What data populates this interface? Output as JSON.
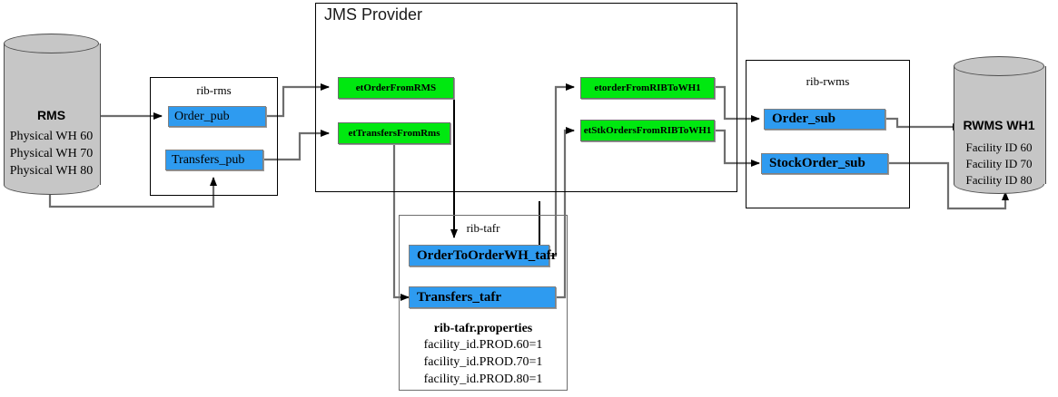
{
  "diagram": {
    "title_group": "JMS Provider",
    "systems": {
      "source": {
        "name": "RMS",
        "lines": [
          "Physical WH 60",
          "Physical WH 70",
          "Physical WH 80"
        ]
      },
      "target": {
        "name": "RWMS WH1",
        "lines": [
          "Facility ID 60",
          "Facility ID 70",
          "Facility ID 80"
        ]
      }
    },
    "groups": {
      "rib_rms": {
        "label": "rib-rms",
        "nodes": [
          {
            "label": "Order_pub"
          },
          {
            "label": "Transfers_pub"
          }
        ]
      },
      "jms": {
        "label": "JMS Provider",
        "nodes": [
          {
            "label": "etOrderFromRMS"
          },
          {
            "label": "etTransfersFromRms"
          },
          {
            "label": "etorderFromRIBToWH1"
          },
          {
            "label": "etStkOrdersFromRIBToWH1"
          }
        ]
      },
      "rib_rwms": {
        "label": "rib-rwms",
        "nodes": [
          {
            "label": "Order_sub"
          },
          {
            "label": "StockOrder_sub"
          }
        ]
      },
      "rib_tafr": {
        "label": "rib-tafr",
        "nodes": [
          {
            "label": "OrderToOrderWH_tafr"
          },
          {
            "label": "Transfers_tafr"
          }
        ],
        "properties_title": "rib-tafr.properties",
        "properties": [
          "facility_id.PROD.60=1",
          "facility_id.PROD.70=1",
          "facility_id.PROD.80=1"
        ]
      }
    },
    "colors": {
      "node_blue": "#2e9bf0",
      "node_green": "#00e810",
      "cylinder_gray": "#c6c6c6",
      "wire_gray": "#6e6e6e",
      "wire_black": "#000000",
      "background": "#ffffff"
    }
  }
}
